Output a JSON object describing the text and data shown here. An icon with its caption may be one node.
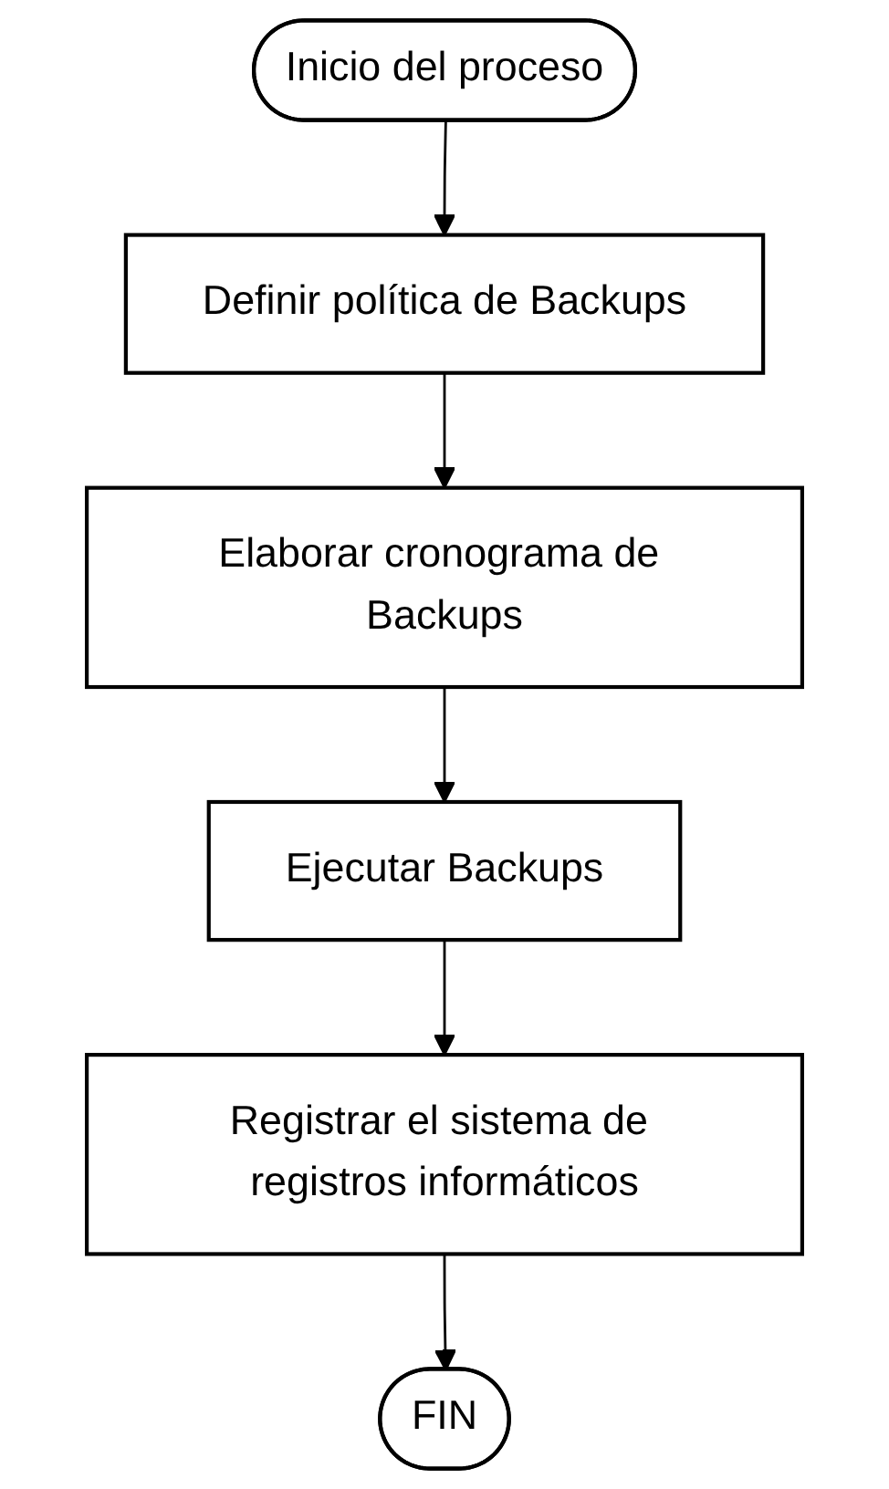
{
  "diagram": {
    "nodes": [
      {
        "text": [
          "Inicio del proceso"
        ]
      },
      {
        "text": [
          "Definir política de Backups"
        ]
      },
      {
        "text": [
          "Elaborar cronograma de Backups"
        ]
      },
      {
        "text": [
          "Ejecutar Backups"
        ]
      },
      {
        "text": [
          "Registrar el sistema de registros informáticos"
        ]
      },
      {
        "text": [
          "FIN"
        ]
      }
    ],
    "edges": [
      {
        "from": 0,
        "to": 1,
        "arrow": "to"
      },
      {
        "from": 1,
        "to": 2,
        "arrow": "to"
      },
      {
        "from": 2,
        "to": 3,
        "arrow": "to"
      },
      {
        "from": 3,
        "to": 4,
        "arrow": "to"
      },
      {
        "from": 4,
        "to": 5,
        "arrow": "to"
      }
    ]
  }
}
